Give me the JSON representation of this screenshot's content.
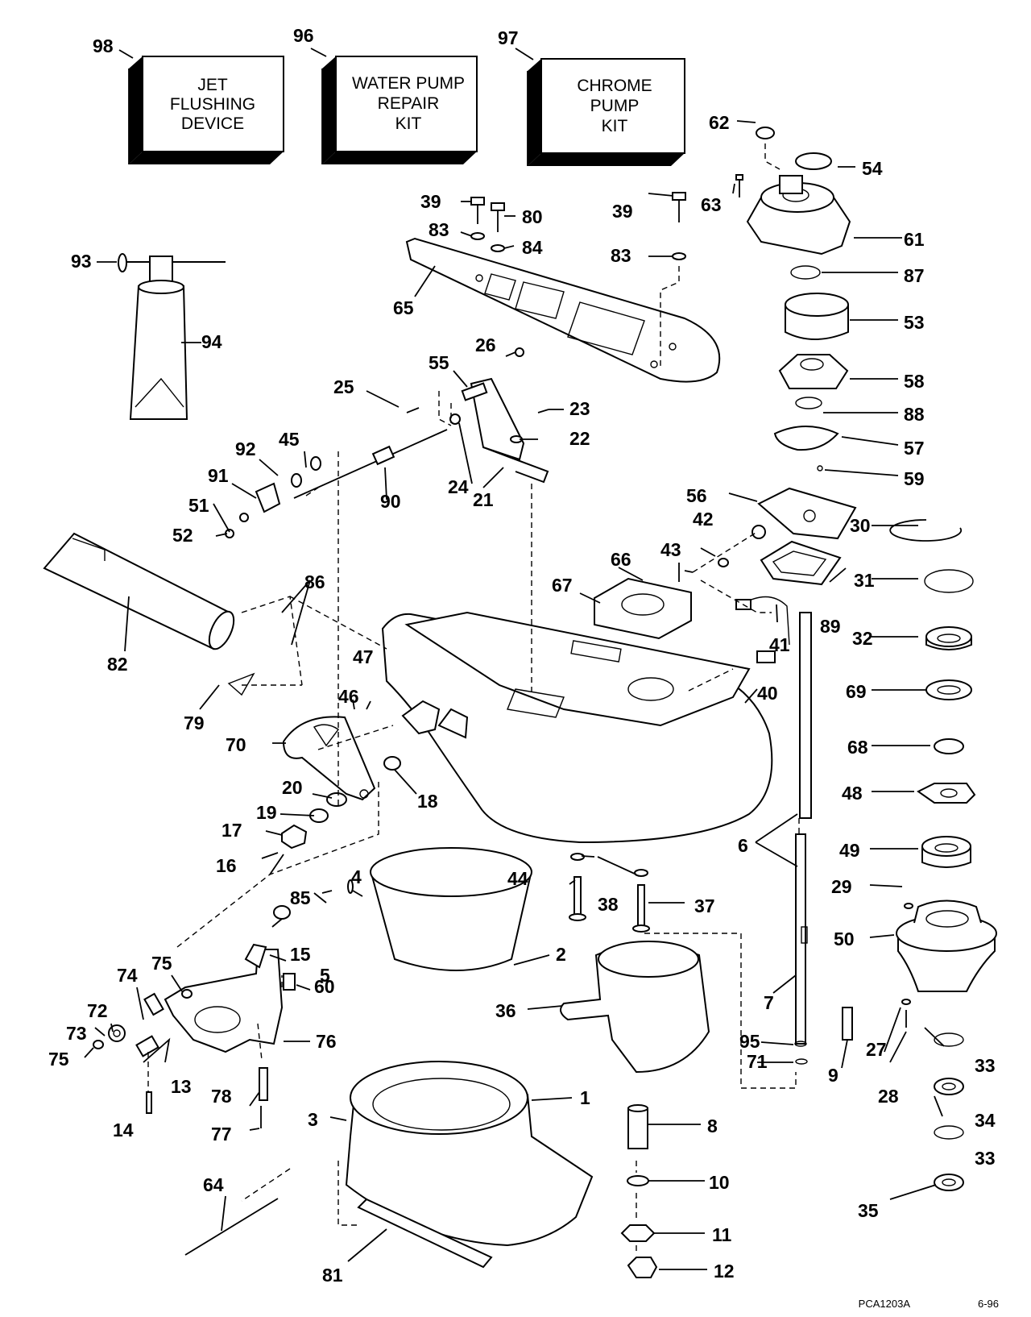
{
  "kits": [
    {
      "ref": "98",
      "lines": [
        "JET",
        "FLUSHING",
        "DEVICE"
      ]
    },
    {
      "ref": "96",
      "lines": [
        "WATER PUMP",
        "REPAIR",
        "KIT"
      ]
    },
    {
      "ref": "97",
      "lines": [
        "CHROME",
        "PUMP",
        "KIT"
      ]
    }
  ],
  "part_labels": {
    "l1": "1",
    "l2": "2",
    "l3": "3",
    "l4": "4",
    "l5": "5",
    "l6": "6",
    "l7": "7",
    "l8": "8",
    "l9": "9",
    "l10": "10",
    "l11": "11",
    "l12": "12",
    "l13": "13",
    "l14": "14",
    "l15": "15",
    "l16": "16",
    "l17": "17",
    "l18": "18",
    "l19": "19",
    "l20": "20",
    "l21": "21",
    "l22": "22",
    "l23": "23",
    "l24": "24",
    "l25": "25",
    "l26": "26",
    "l27": "27",
    "l28": "28",
    "l29": "29",
    "l30": "30",
    "l31": "31",
    "l32": "32",
    "l33a": "33",
    "l33b": "33",
    "l34": "34",
    "l35": "35",
    "l36": "36",
    "l37": "37",
    "l38": "38",
    "l39a": "39",
    "l39b": "39",
    "l40": "40",
    "l41": "41",
    "l42": "42",
    "l43": "43",
    "l44": "44",
    "l45": "45",
    "l46": "46",
    "l47": "47",
    "l48": "48",
    "l49": "49",
    "l50": "50",
    "l51": "51",
    "l52": "52",
    "l53": "53",
    "l54": "54",
    "l55": "55",
    "l56": "56",
    "l57": "57",
    "l58": "58",
    "l59": "59",
    "l60": "60",
    "l61": "61",
    "l62": "62",
    "l63": "63",
    "l64": "64",
    "l65": "65",
    "l66": "66",
    "l67": "67",
    "l68": "68",
    "l69": "69",
    "l70": "70",
    "l71": "71",
    "l72": "72",
    "l73": "73",
    "l74": "74",
    "l75a": "75",
    "l75b": "75",
    "l76": "76",
    "l77": "77",
    "l78": "78",
    "l79": "79",
    "l80": "80",
    "l81": "81",
    "l82": "82",
    "l83a": "83",
    "l83b": "83",
    "l84": "84",
    "l85": "85",
    "l86": "86",
    "l87": "87",
    "l88": "88",
    "l89": "89",
    "l90": "90",
    "l91": "91",
    "l92": "92",
    "l93": "93",
    "l94": "94",
    "l95": "95"
  },
  "footer": {
    "code": "PCA1203A",
    "date": "6-96"
  }
}
